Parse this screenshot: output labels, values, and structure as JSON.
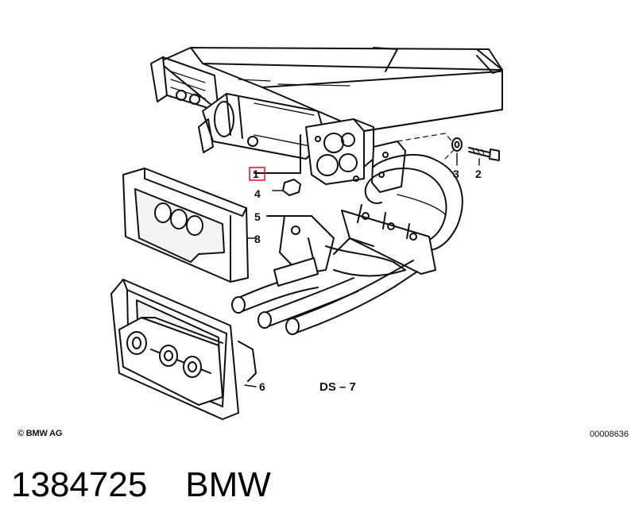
{
  "callouts": {
    "c1": "1",
    "c2": "2",
    "c3": "3",
    "c4": "4",
    "c5": "5",
    "c6": "6",
    "c8": "8"
  },
  "diagram_code": "DS – 7",
  "copyright": "© BMW AG",
  "image_code": "00008636",
  "footer": {
    "part_number": "1384725",
    "brand": "BMW"
  },
  "highlight_color": "#e8192c"
}
